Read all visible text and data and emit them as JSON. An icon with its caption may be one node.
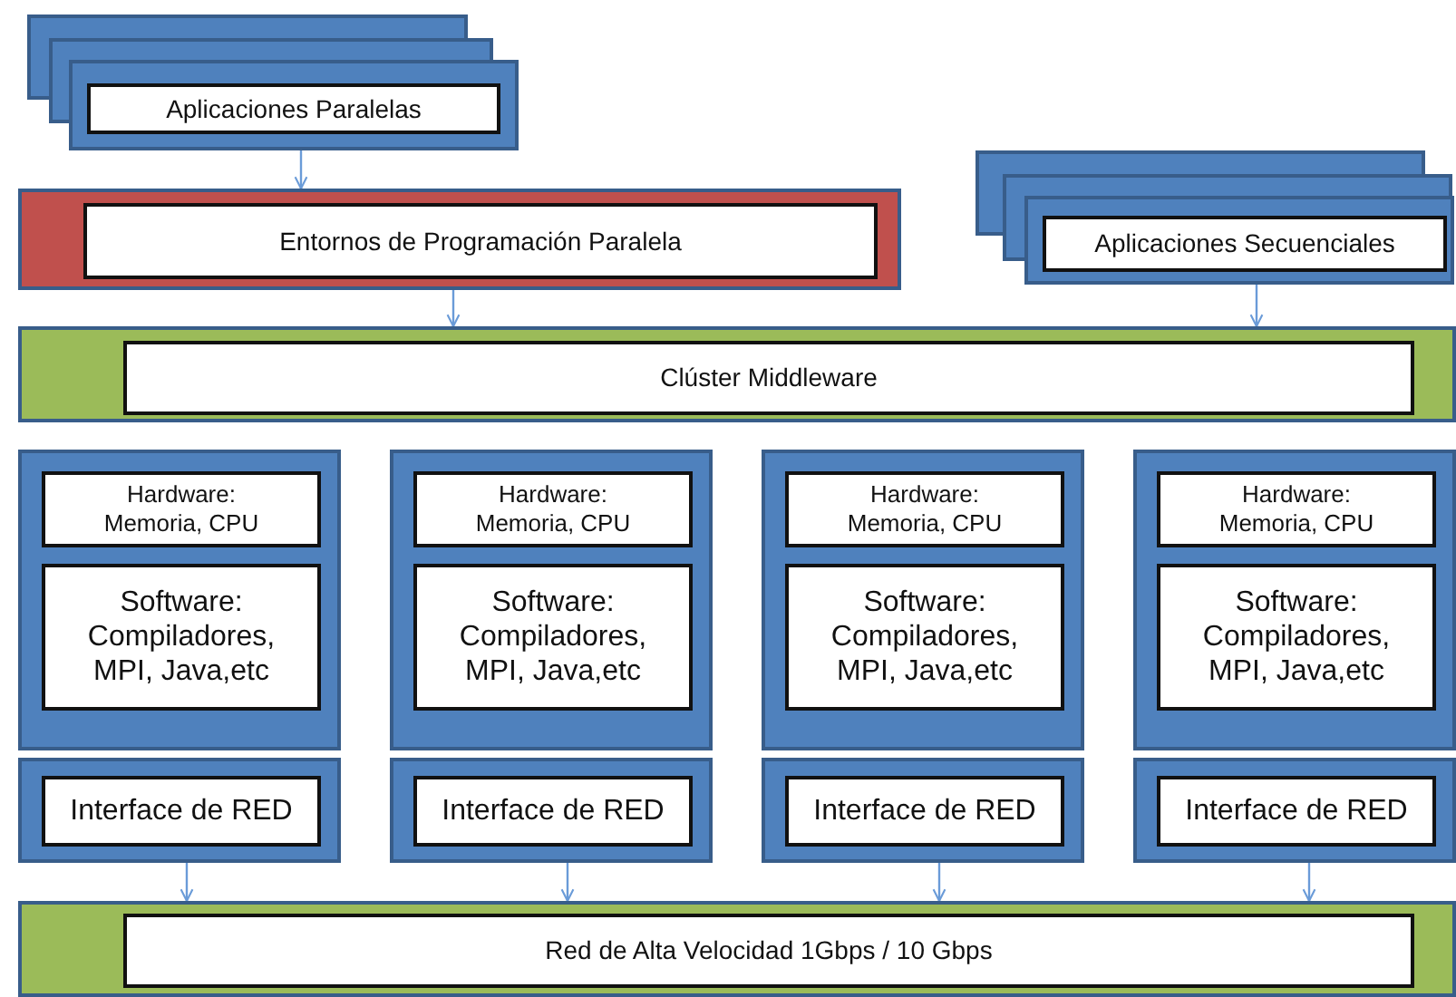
{
  "diagram": {
    "nodes": [
      {
        "text": [
          "Aplicaciones Paralelas"
        ]
      },
      {
        "text": [
          "Entornos de Programación Paralela"
        ]
      },
      {
        "text": [
          "Aplicaciones Secuenciales"
        ]
      },
      {
        "text": [
          "Clúster Middleware"
        ]
      },
      {
        "text": [],
        "shape": "box"
      },
      {
        "text": [
          "Hardware: Memoria, CPU"
        ],
        "in": 4
      },
      {
        "text": [
          "Software: Compiladores, MPI, Java,etc"
        ],
        "in": 4
      },
      {
        "text": [
          "Interface de RED"
        ]
      },
      {
        "text": [],
        "shape": "box"
      },
      {
        "text": [
          "Hardware: Memoria, CPU"
        ],
        "in": 8
      },
      {
        "text": [
          "Software: Compiladores, MPI, Java,etc"
        ],
        "in": 8
      },
      {
        "text": [
          "Interface de RED"
        ]
      },
      {
        "text": [],
        "shape": "box"
      },
      {
        "text": [
          "Hardware: Memoria, CPU"
        ],
        "in": 12
      },
      {
        "text": [
          "Software: Compiladores, MPI, Java,etc"
        ],
        "in": 12
      },
      {
        "text": [
          "Interface de RED"
        ]
      },
      {
        "text": [],
        "shape": "box"
      },
      {
        "text": [
          "Hardware: Memoria, CPU"
        ],
        "in": 16
      },
      {
        "text": [
          "Software: Compiladores, MPI, Java,etc"
        ],
        "in": 16
      },
      {
        "text": [
          "Interface de RED"
        ]
      },
      {
        "text": [
          "Red de Alta Velocidad 1Gbps / 10 Gbps"
        ]
      }
    ],
    "edges": [
      {
        "from": 0,
        "to": 1,
        "arrow": "to"
      },
      {
        "from": 1,
        "to": 3,
        "arrow": "to"
      },
      {
        "from": 2,
        "to": 3,
        "arrow": "to"
      },
      {
        "from": 7,
        "to": 20,
        "arrow": "to"
      },
      {
        "from": 11,
        "to": 20,
        "arrow": "to"
      },
      {
        "from": 15,
        "to": 20,
        "arrow": "to"
      },
      {
        "from": 19,
        "to": 20,
        "arrow": "to"
      }
    ]
  }
}
